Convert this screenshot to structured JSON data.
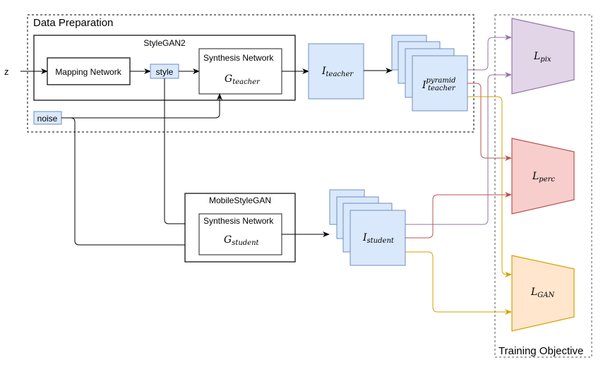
{
  "groups": {
    "data_preparation": "Data Preparation",
    "training_objective": "Training Objective",
    "stylegan2": "StyleGAN2",
    "mobilestylegan": "MobileStyleGAN"
  },
  "inputs": {
    "z": "z",
    "noise": "noise",
    "style": "style"
  },
  "nodes": {
    "mapping_network": "Mapping Network",
    "teacher_synthesis": {
      "title": "Synthesis Network",
      "symbol": "G",
      "subscript": "teacher"
    },
    "student_synthesis": {
      "title": "Synthesis Network",
      "symbol": "G",
      "subscript": "student"
    },
    "i_teacher": {
      "symbol": "I",
      "subscript": "teacher"
    },
    "i_teacher_pyramid": {
      "symbol": "I",
      "subscript": "teacher",
      "superscript": "pyramid"
    },
    "i_student": {
      "symbol": "I",
      "subscript": "student"
    }
  },
  "losses": {
    "pix": {
      "symbol": "L",
      "subscript": "pix"
    },
    "perc": {
      "symbol": "L",
      "subscript": "perc"
    },
    "gan": {
      "symbol": "L",
      "subscript": "GAN"
    }
  },
  "colors": {
    "blue_fill": "#dae8fc",
    "blue_stroke": "#6c8ebf",
    "purple_fill": "#e1d5e7",
    "purple_stroke": "#9673a6",
    "red_fill": "#f8cecc",
    "red_stroke": "#b85450",
    "orange_fill": "#ffe6cc",
    "orange_stroke": "#d6a000"
  }
}
